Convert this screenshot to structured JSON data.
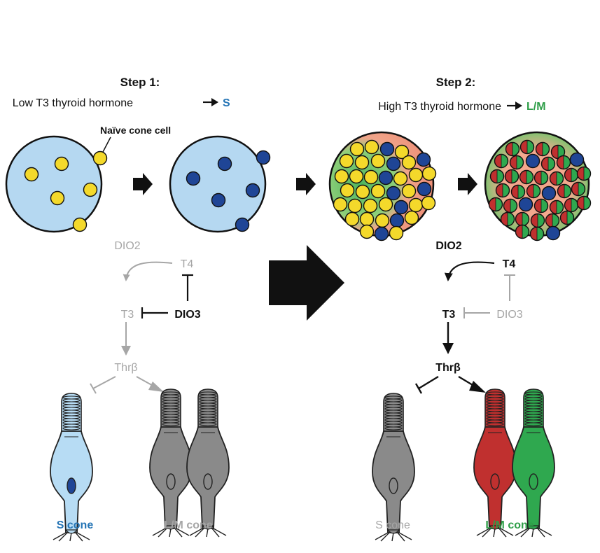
{
  "colors": {
    "black": "#111111",
    "gray": "#a6a6a6",
    "light_blue": "#b5d8f1",
    "yellow": "#f4d92b",
    "dark_blue": "#1f4596",
    "green": "#2fa84f",
    "red": "#c0302f",
    "salmon": "#f2937c",
    "s_blue_text": "#2474b5",
    "lm_green_text": "#2e9e48",
    "s_cone_fill": "#b7dcf4",
    "gray_cone_fill": "#8a8a8a"
  },
  "step1": {
    "title": "Step 1:",
    "subtitle": "Low T3 thyroid hormone",
    "result": "S",
    "annotation": "Naïve cone cell"
  },
  "step2": {
    "title": "Step 2:",
    "subtitle": "High T3 thyroid hormone",
    "result": "L/M"
  },
  "pathway1": {
    "dio2": "DIO2",
    "t4": "T4",
    "t3": "T3",
    "dio3": "DIO3",
    "thrb": "Thrβ"
  },
  "pathway2": {
    "dio2": "DIO2",
    "t4": "T4",
    "t3": "T3",
    "dio3": "DIO3",
    "thrb": "Thrβ"
  },
  "cones1": {
    "s": "S cone",
    "lm": "L/M cone"
  },
  "cones2": {
    "s": "S cone",
    "lm": "L/M cone"
  }
}
